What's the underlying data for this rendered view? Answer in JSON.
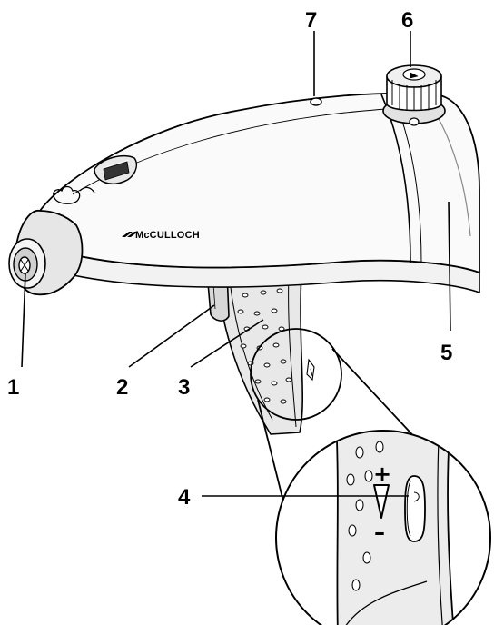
{
  "diagram": {
    "brand_text": "McCULLOCH",
    "callouts": [
      {
        "number": "1"
      },
      {
        "number": "2"
      },
      {
        "number": "3"
      },
      {
        "number": "4"
      },
      {
        "number": "5"
      },
      {
        "number": "6"
      },
      {
        "number": "7"
      }
    ],
    "detail": {
      "plus_symbol": "+",
      "minus_symbol": "–"
    }
  }
}
